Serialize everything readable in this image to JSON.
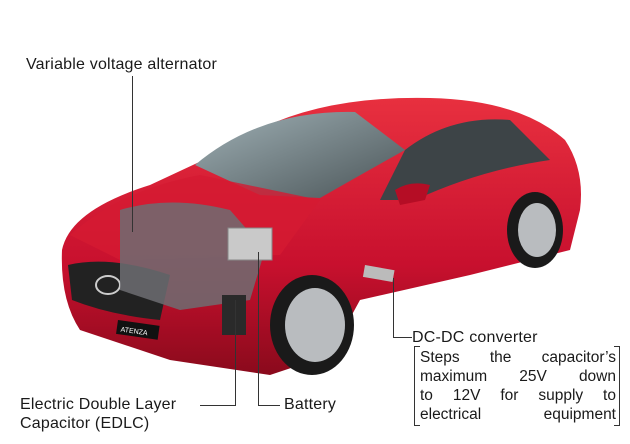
{
  "labels": {
    "alternator": "Variable voltage alternator",
    "dcdc": "DC-DC converter",
    "edlc_line1": "Electric Double Layer",
    "edlc_line2": "Capacitor (EDLC)",
    "battery": "Battery"
  },
  "dcdc_note": [
    "Steps the capacitor’s",
    "maximum 25V down",
    "to 12V for supply to",
    "electrical equipment"
  ],
  "car": {
    "plate": "ATENZA",
    "body_color": "#c8102e"
  }
}
